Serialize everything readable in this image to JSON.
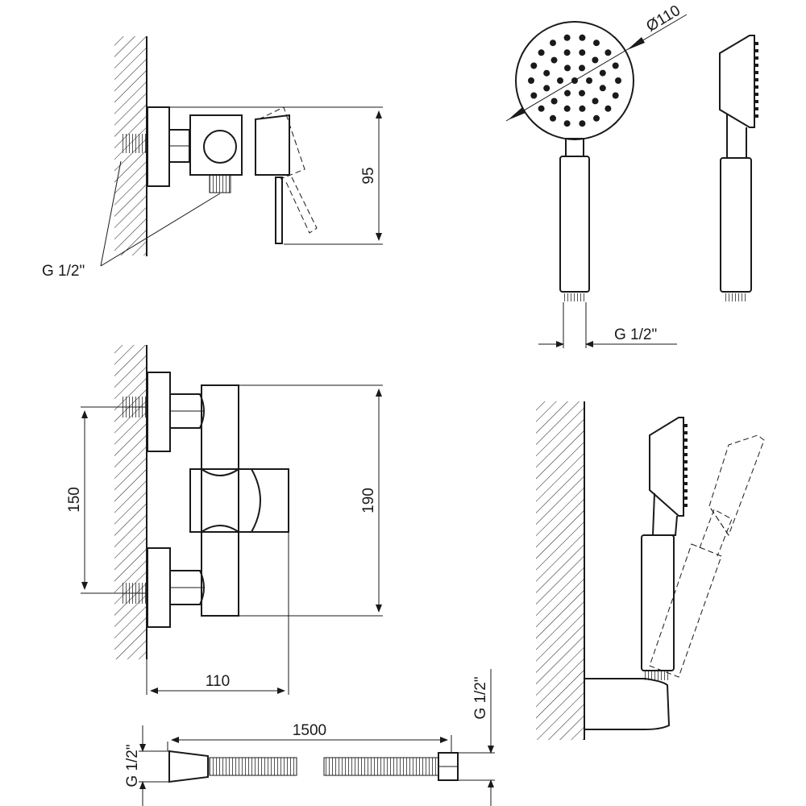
{
  "dimensions": {
    "side_height": "95",
    "head_diameter": "Ø110",
    "center_distance": "150",
    "body_height": "190",
    "projection": "110",
    "hose_length": "1500"
  },
  "threads": {
    "mixer_inlet": "G 1/2\"",
    "handshower": "G 1/2\"",
    "hose_right": "G 1/2\"",
    "hose_left": "G 1/2\""
  }
}
